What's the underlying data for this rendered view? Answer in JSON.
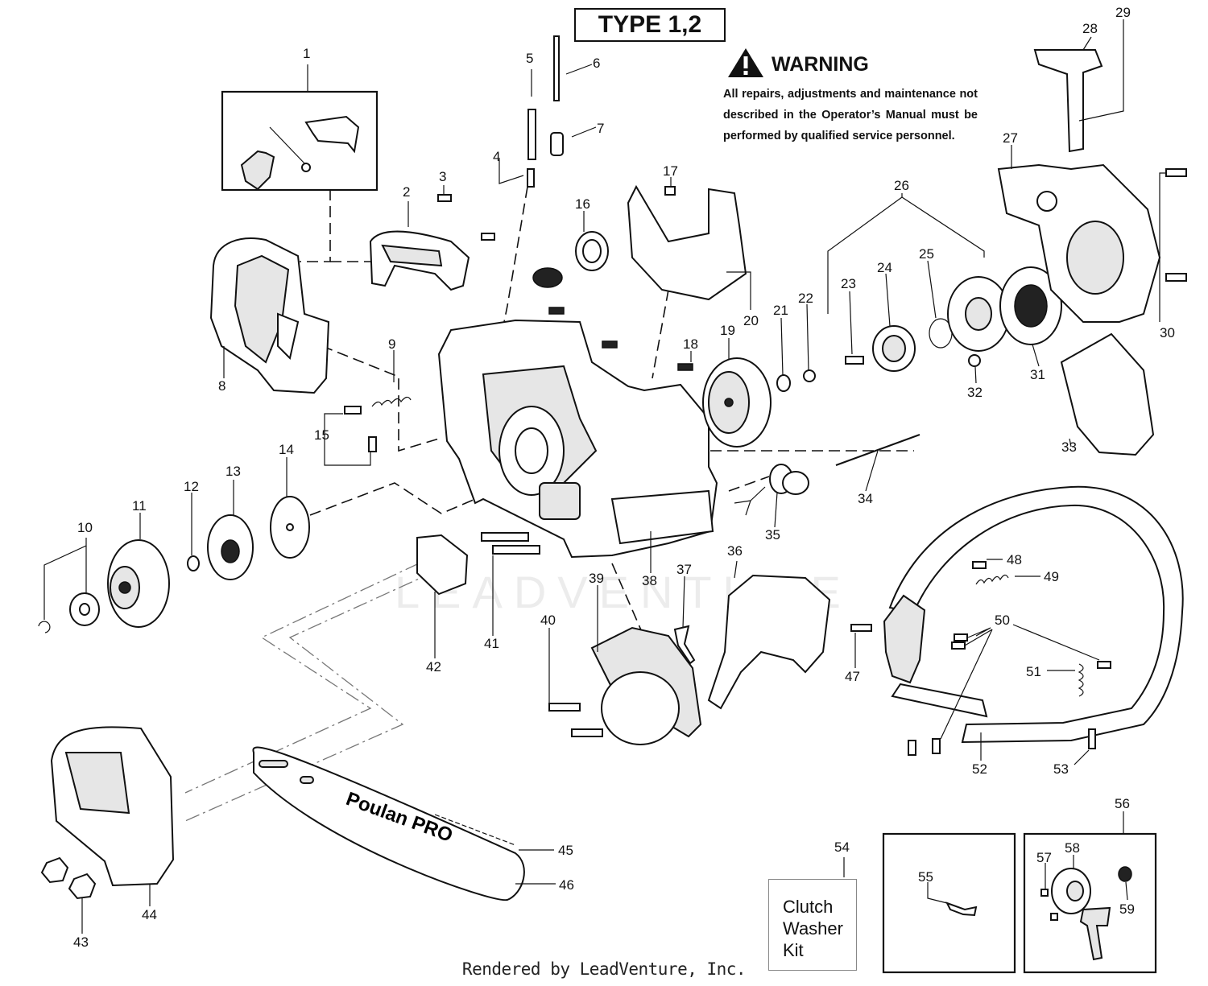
{
  "diagram_title": "TYPE 1,2",
  "warning": {
    "heading": "WARNING",
    "icon": "warning-triangle-icon",
    "text": "All repairs, adjustments and maintenance not described in the Operator’s Manual must be performed by qualified  service personnel."
  },
  "kit": {
    "line1": "Clutch",
    "line2": "Washer",
    "line3": "Kit"
  },
  "watermark": "LEADVENTURE",
  "footer": "Rendered by LeadVenture, Inc.",
  "bar_brand": "Poulan PRO",
  "callouts": [
    "1",
    "2",
    "3",
    "4",
    "5",
    "6",
    "7",
    "8",
    "9",
    "10",
    "11",
    "12",
    "13",
    "14",
    "15",
    "16",
    "17",
    "18",
    "19",
    "20",
    "21",
    "22",
    "23",
    "24",
    "25",
    "26",
    "27",
    "28",
    "29",
    "30",
    "31",
    "32",
    "33",
    "34",
    "35",
    "36",
    "37",
    "38",
    "39",
    "40",
    "41",
    "42",
    "43",
    "44",
    "45",
    "46",
    "47",
    "48",
    "49",
    "50",
    "51",
    "52",
    "53",
    "54",
    "55",
    "56",
    "57",
    "58",
    "59"
  ]
}
